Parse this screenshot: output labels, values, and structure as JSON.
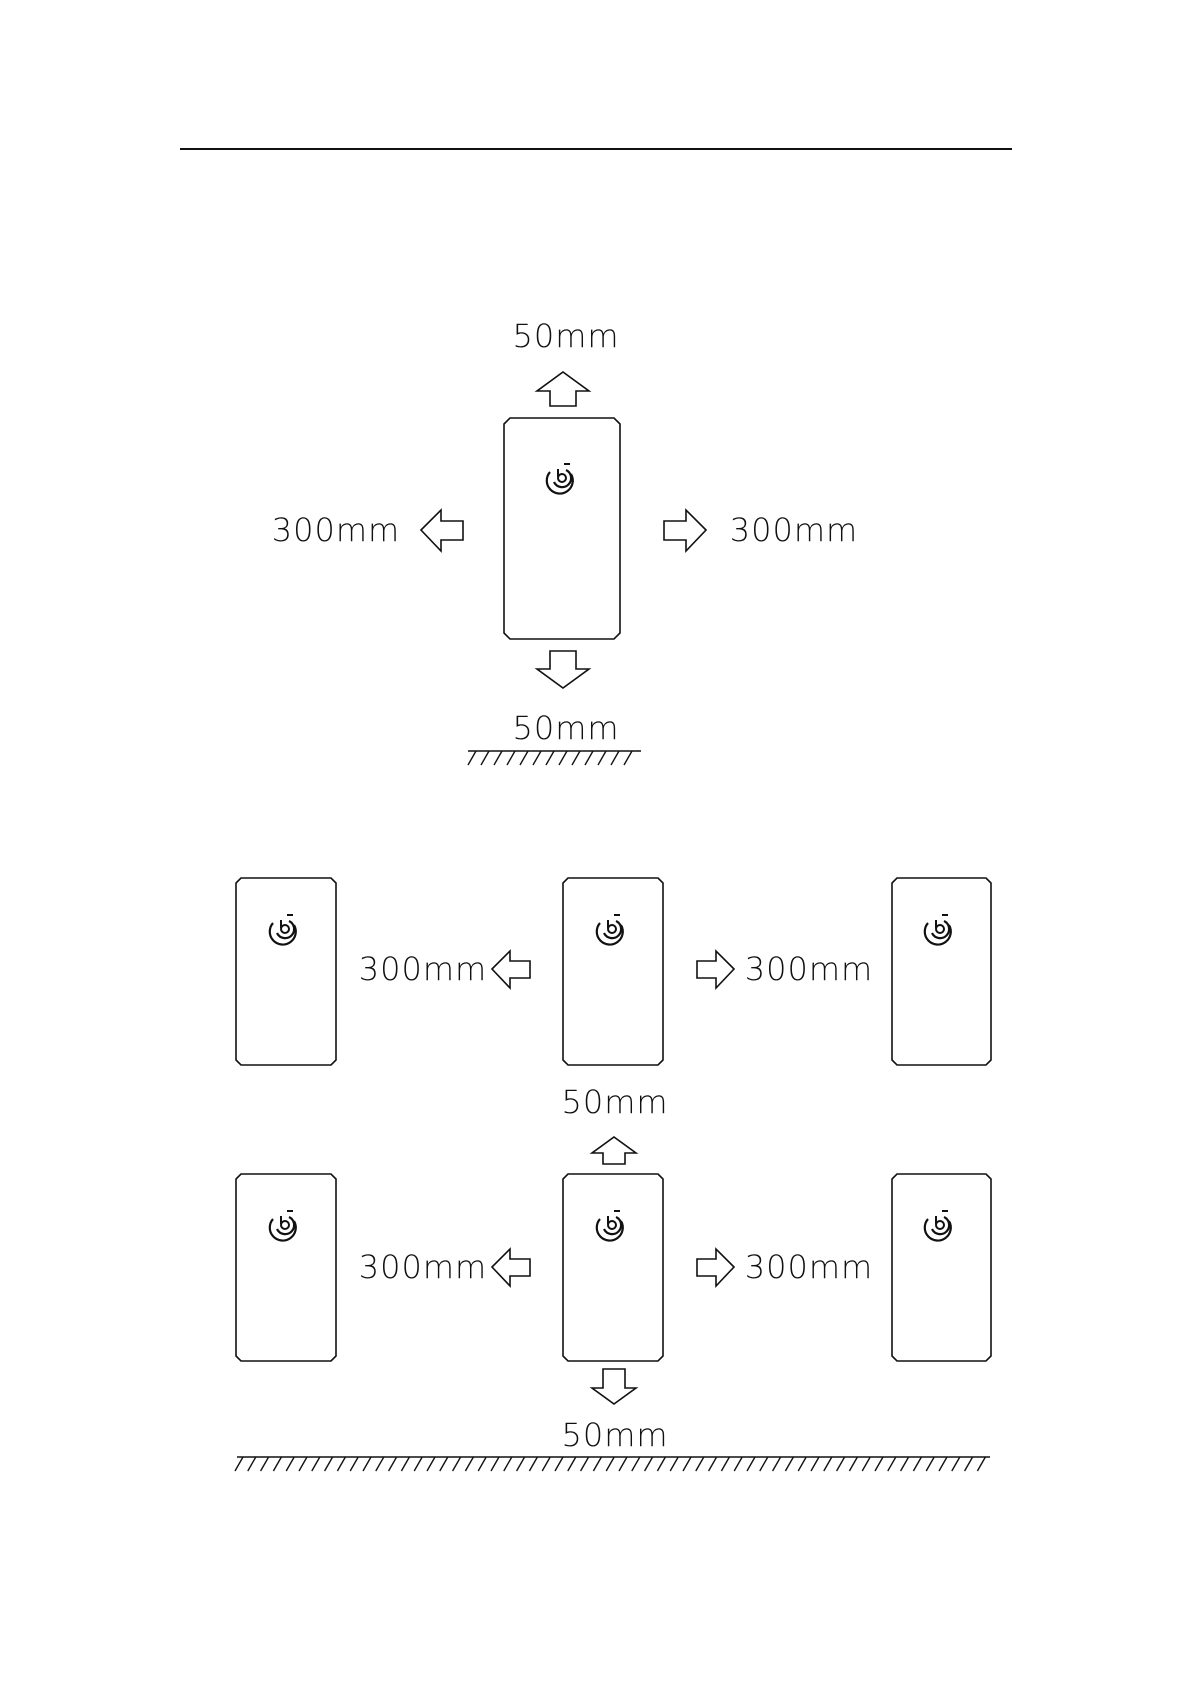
{
  "diagram": {
    "single_unit": {
      "top_clearance": "50mm",
      "bottom_clearance": "50mm",
      "left_clearance": "300mm",
      "right_clearance": "300mm",
      "logo_icon": "brand-logo-icon"
    },
    "multiple_units": {
      "rows": [
        {
          "left_clearance": "300mm",
          "right_clearance": "300mm",
          "top_clearance": "",
          "bottom_clearance": ""
        },
        {
          "left_clearance": "300mm",
          "right_clearance": "300mm",
          "top_clearance": "50mm",
          "bottom_clearance": "50mm"
        }
      ],
      "logo_icon": "brand-logo-icon"
    },
    "colors": {
      "line": "#111111",
      "background": "#ffffff"
    }
  }
}
